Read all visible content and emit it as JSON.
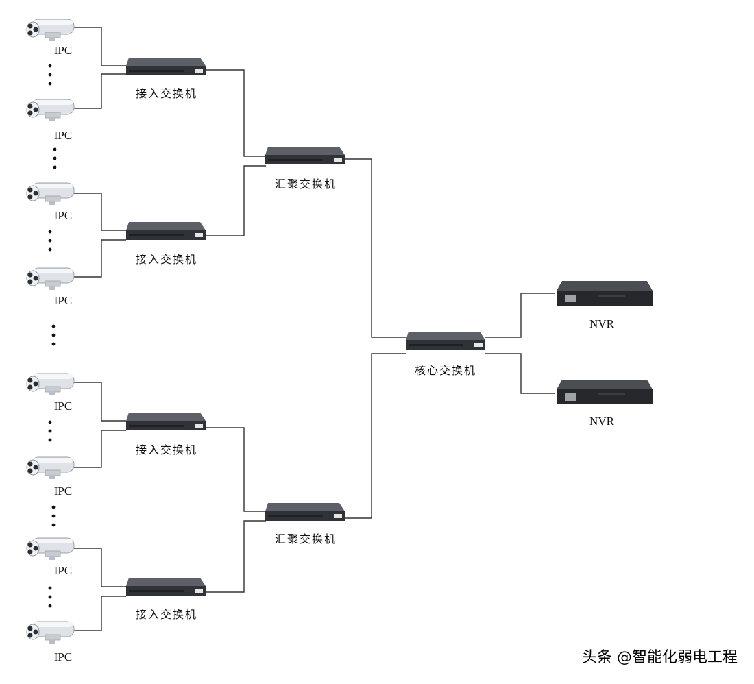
{
  "labels": {
    "ipc": "IPC",
    "access_switch": "接入交换机",
    "aggregation_switch": "汇聚交换机",
    "core_switch": "核心交换机",
    "nvr": "NVR"
  },
  "nodes": {
    "ipc_cameras": [
      {
        "label": "IPC"
      },
      {
        "label": "IPC"
      },
      {
        "label": "IPC"
      },
      {
        "label": "IPC"
      },
      {
        "label": "IPC"
      },
      {
        "label": "IPC"
      },
      {
        "label": "IPC"
      },
      {
        "label": "IPC"
      }
    ],
    "access_switches": [
      {
        "label": "接入交换机"
      },
      {
        "label": "接入交换机"
      },
      {
        "label": "接入交换机"
      },
      {
        "label": "接入交换机"
      }
    ],
    "aggregation_switches": [
      {
        "label": "汇聚交换机"
      },
      {
        "label": "汇聚交换机"
      }
    ],
    "core_switch": {
      "label": "核心交换机"
    },
    "nvrs": [
      {
        "label": "NVR"
      },
      {
        "label": "NVR"
      }
    ]
  },
  "watermark": "头条 @智能化弱电工程",
  "colors": {
    "background": "#ffffff",
    "device_body": "#3a3c40",
    "device_top": "#5a5d62",
    "camera_body": "#d9dde2",
    "wire": "#333333"
  }
}
